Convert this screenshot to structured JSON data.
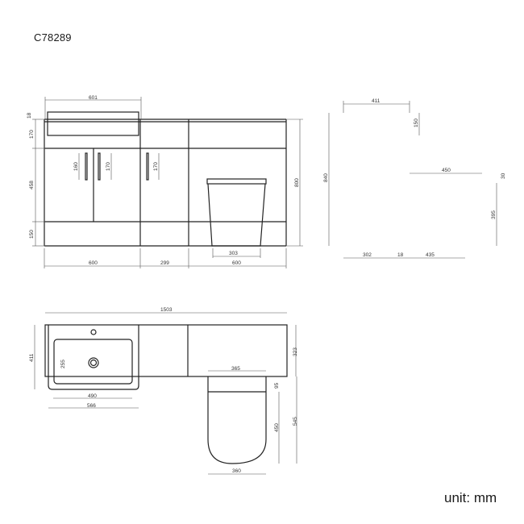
{
  "product_code": "C78289",
  "unit_label": "unit: mm",
  "front_view": {
    "labels": {
      "basin_width": "601",
      "worktop_thickness": "18",
      "top_drawer_height": "170",
      "door_height": "458",
      "plinth_height": "150",
      "handle_left": "160",
      "handle_mid": "170",
      "handle_right": "170",
      "overall_height": "800",
      "pan_width": "303",
      "left_unit_width": "600",
      "middle_unit_width": "299",
      "right_unit_width": "600"
    }
  },
  "side_view": {
    "labels": {
      "top_depth": "411",
      "basin_lip": "150",
      "overall_height": "840",
      "seat_length": "450",
      "seat_thickness": "30",
      "pan_height": "395",
      "cabinet_depth": "302",
      "panel_thickness": "18",
      "pan_projection": "435"
    }
  },
  "plan_view": {
    "labels": {
      "overall_width": "1503",
      "basin_depth": "411",
      "bowl_depth": "255",
      "bowl_width": "490",
      "basin_width": "566",
      "cabinet_depth": "323",
      "pan_top_width": "365",
      "cistern_gap": "95",
      "seat_length": "450",
      "pan_total_projection": "545",
      "pan_width": "360"
    }
  }
}
